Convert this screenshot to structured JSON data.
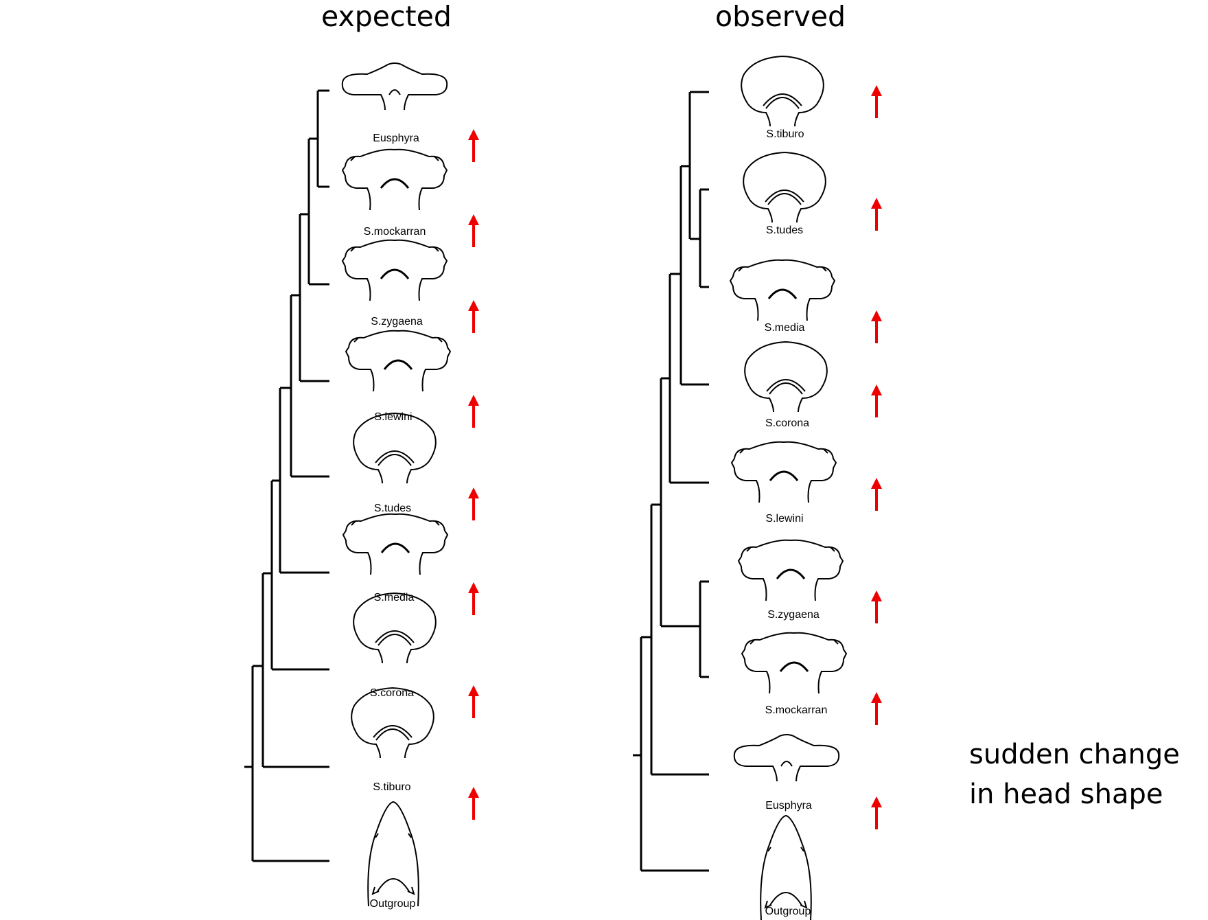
{
  "panels": {
    "expected": {
      "title": "expected",
      "taxa": [
        "Eusphyra",
        "S.mockarran",
        "S.zygaena",
        "S.lewini",
        "S.tudes",
        "S.media",
        "S.corona",
        "S.tiburo",
        "Outgroup"
      ],
      "arrow_count": 8
    },
    "observed": {
      "title": "observed",
      "taxa": [
        "S.tiburo",
        "S.tudes",
        "S.media",
        "S.corona",
        "S.lewini",
        "S.zygaena",
        "S.mockarran",
        "Eusphyra",
        "Outgroup"
      ],
      "arrow_count": 8
    }
  },
  "caption": {
    "line1": "sudden change",
    "line2": "in head shape"
  },
  "colors": {
    "arrow": "#ee0000",
    "line": "#000000"
  },
  "icons": {
    "head_hammer": "hammerhead-head-outline",
    "head_pointed": "pointed-snout-outline",
    "arrow": "red-up-arrow"
  }
}
